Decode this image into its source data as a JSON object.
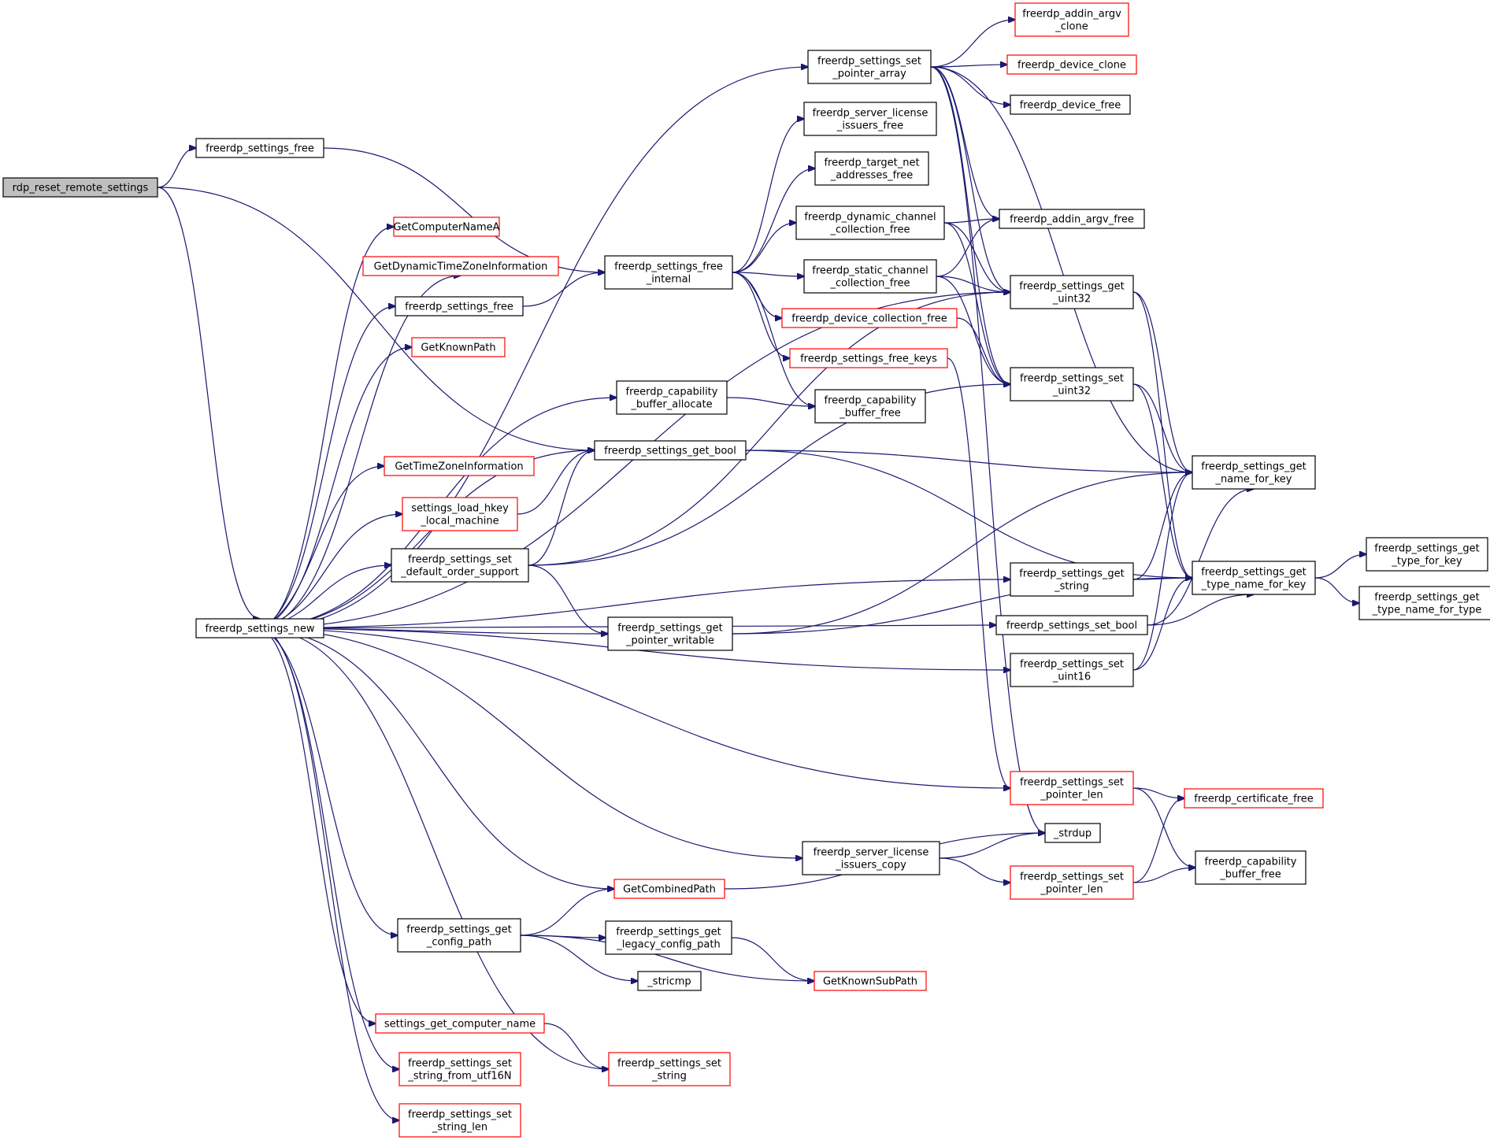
{
  "colors": {
    "edge": "#191970",
    "default_border": "#000000",
    "truncated_border": "#ff0000",
    "root_fill": "#bfbfbf"
  },
  "nodes": [
    {
      "id": "root",
      "lines": [
        "rdp_reset_remote_settings"
      ],
      "style": "gray"
    },
    {
      "id": "sfree",
      "lines": [
        "freerdp_settings_free"
      ],
      "style": "black"
    },
    {
      "id": "snew",
      "lines": [
        "freerdp_settings_new"
      ],
      "style": "black"
    },
    {
      "id": "setptrarr",
      "lines": [
        "freerdp_settings_set",
        "_pointer_array"
      ],
      "style": "black"
    },
    {
      "id": "addinclone",
      "lines": [
        "freerdp_addin_argv",
        "_clone"
      ],
      "style": "red"
    },
    {
      "id": "devclone",
      "lines": [
        "freerdp_device_clone"
      ],
      "style": "red"
    },
    {
      "id": "devfree",
      "lines": [
        "freerdp_device_free"
      ],
      "style": "black"
    },
    {
      "id": "srvlicfree",
      "lines": [
        "freerdp_server_license",
        "_issuers_free"
      ],
      "style": "black"
    },
    {
      "id": "targetnet",
      "lines": [
        "freerdp_target_net",
        "_addresses_free"
      ],
      "style": "black"
    },
    {
      "id": "dyncoll",
      "lines": [
        "freerdp_dynamic_channel",
        "_collection_free"
      ],
      "style": "black"
    },
    {
      "id": "addinfree",
      "lines": [
        "freerdp_addin_argv_free"
      ],
      "style": "black"
    },
    {
      "id": "compname",
      "lines": [
        "GetComputerNameA"
      ],
      "style": "red"
    },
    {
      "id": "dyntz",
      "lines": [
        "GetDynamicTimeZoneInformation"
      ],
      "style": "red"
    },
    {
      "id": "freeint",
      "lines": [
        "freerdp_settings_free",
        "_internal"
      ],
      "style": "black"
    },
    {
      "id": "statcoll",
      "lines": [
        "freerdp_static_channel",
        "_collection_free"
      ],
      "style": "black"
    },
    {
      "id": "getu32",
      "lines": [
        "freerdp_settings_get",
        "_uint32"
      ],
      "style": "black"
    },
    {
      "id": "sfree2",
      "lines": [
        "freerdp_settings_free"
      ],
      "style": "black"
    },
    {
      "id": "devcoll",
      "lines": [
        "freerdp_device_collection_free"
      ],
      "style": "red"
    },
    {
      "id": "knownpath",
      "lines": [
        "GetKnownPath"
      ],
      "style": "red"
    },
    {
      "id": "freekeys",
      "lines": [
        "freerdp_settings_free_keys"
      ],
      "style": "red"
    },
    {
      "id": "setu32",
      "lines": [
        "freerdp_settings_set",
        "_uint32"
      ],
      "style": "black"
    },
    {
      "id": "capalloc",
      "lines": [
        "freerdp_capability",
        "_buffer_allocate"
      ],
      "style": "black"
    },
    {
      "id": "capfree",
      "lines": [
        "freerdp_capability",
        "_buffer_free"
      ],
      "style": "black"
    },
    {
      "id": "getbool",
      "lines": [
        "freerdp_settings_get_bool"
      ],
      "style": "black"
    },
    {
      "id": "tzinfo",
      "lines": [
        "GetTimeZoneInformation"
      ],
      "style": "red"
    },
    {
      "id": "namekey",
      "lines": [
        "freerdp_settings_get",
        "_name_for_key"
      ],
      "style": "black"
    },
    {
      "id": "hkey",
      "lines": [
        "settings_load_hkey",
        "_local_machine"
      ],
      "style": "red"
    },
    {
      "id": "defaultord",
      "lines": [
        "freerdp_settings_set",
        "_default_order_support"
      ],
      "style": "black"
    },
    {
      "id": "getstring",
      "lines": [
        "freerdp_settings_get",
        "_string"
      ],
      "style": "black"
    },
    {
      "id": "typenamekey",
      "lines": [
        "freerdp_settings_get",
        "_type_name_for_key"
      ],
      "style": "black"
    },
    {
      "id": "typeforkey",
      "lines": [
        "freerdp_settings_get",
        "_type_for_key"
      ],
      "style": "black"
    },
    {
      "id": "typenametype",
      "lines": [
        "freerdp_settings_get",
        "_type_name_for_type"
      ],
      "style": "black"
    },
    {
      "id": "setbool",
      "lines": [
        "freerdp_settings_set_bool"
      ],
      "style": "black"
    },
    {
      "id": "ptrwrite",
      "lines": [
        "freerdp_settings_get",
        "_pointer_writable"
      ],
      "style": "black"
    },
    {
      "id": "setu16",
      "lines": [
        "freerdp_settings_set",
        "_uint16"
      ],
      "style": "black"
    },
    {
      "id": "setptrlen",
      "lines": [
        "freerdp_settings_set",
        "_pointer_len"
      ],
      "style": "red"
    },
    {
      "id": "certfree",
      "lines": [
        "freerdp_certificate_free"
      ],
      "style": "red"
    },
    {
      "id": "strdup",
      "lines": [
        "_strdup"
      ],
      "style": "black"
    },
    {
      "id": "srvliccopy",
      "lines": [
        "freerdp_server_license",
        "_issuers_copy"
      ],
      "style": "black"
    },
    {
      "id": "capfree2",
      "lines": [
        "freerdp_capability",
        "_buffer_free"
      ],
      "style": "black"
    },
    {
      "id": "setptrlen2",
      "lines": [
        "freerdp_settings_set",
        "_pointer_len"
      ],
      "style": "red"
    },
    {
      "id": "combpath",
      "lines": [
        "GetCombinedPath"
      ],
      "style": "red"
    },
    {
      "id": "cfgpath",
      "lines": [
        "freerdp_settings_get",
        "_config_path"
      ],
      "style": "black"
    },
    {
      "id": "legacycfg",
      "lines": [
        "freerdp_settings_get",
        "_legacy_config_path"
      ],
      "style": "black"
    },
    {
      "id": "stricmp",
      "lines": [
        "_stricmp"
      ],
      "style": "black"
    },
    {
      "id": "knownsub",
      "lines": [
        "GetKnownSubPath"
      ],
      "style": "red"
    },
    {
      "id": "compname2",
      "lines": [
        "settings_get_computer_name"
      ],
      "style": "red"
    },
    {
      "id": "setstrutf",
      "lines": [
        "freerdp_settings_set",
        "_string_from_utf16N"
      ],
      "style": "red"
    },
    {
      "id": "setstring",
      "lines": [
        "freerdp_settings_set",
        "_string"
      ],
      "style": "red"
    },
    {
      "id": "setstrlen",
      "lines": [
        "freerdp_settings_set",
        "_string_len"
      ],
      "style": "red"
    }
  ],
  "edges": [
    [
      "root",
      "sfree"
    ],
    [
      "root",
      "snew"
    ],
    [
      "root",
      "getbool"
    ],
    [
      "sfree",
      "freeint"
    ],
    [
      "snew",
      "setptrarr"
    ],
    [
      "snew",
      "compname"
    ],
    [
      "snew",
      "dyntz"
    ],
    [
      "snew",
      "sfree2"
    ],
    [
      "snew",
      "knownpath"
    ],
    [
      "snew",
      "capalloc"
    ],
    [
      "snew",
      "getbool"
    ],
    [
      "snew",
      "tzinfo"
    ],
    [
      "snew",
      "hkey"
    ],
    [
      "snew",
      "defaultord"
    ],
    [
      "snew",
      "getu32"
    ],
    [
      "snew",
      "ptrwrite"
    ],
    [
      "snew",
      "getstring"
    ],
    [
      "snew",
      "setbool"
    ],
    [
      "snew",
      "setu16"
    ],
    [
      "snew",
      "setptrlen"
    ],
    [
      "snew",
      "srvliccopy"
    ],
    [
      "snew",
      "combpath"
    ],
    [
      "snew",
      "cfgpath"
    ],
    [
      "snew",
      "compname2"
    ],
    [
      "snew",
      "setstrutf"
    ],
    [
      "snew",
      "setstrlen"
    ],
    [
      "snew",
      "setstring"
    ],
    [
      "setptrarr",
      "addinclone"
    ],
    [
      "setptrarr",
      "devclone"
    ],
    [
      "setptrarr",
      "devfree"
    ],
    [
      "setptrarr",
      "addinfree"
    ],
    [
      "setptrarr",
      "getu32"
    ],
    [
      "setptrarr",
      "setu32"
    ],
    [
      "setptrarr",
      "namekey"
    ],
    [
      "setptrarr",
      "strdup"
    ],
    [
      "sfree2",
      "freeint"
    ],
    [
      "freeint",
      "srvlicfree"
    ],
    [
      "freeint",
      "targetnet"
    ],
    [
      "freeint",
      "dyncoll"
    ],
    [
      "freeint",
      "statcoll"
    ],
    [
      "freeint",
      "devcoll"
    ],
    [
      "freeint",
      "freekeys"
    ],
    [
      "freeint",
      "capfree"
    ],
    [
      "dyncoll",
      "addinfree"
    ],
    [
      "dyncoll",
      "getu32"
    ],
    [
      "dyncoll",
      "setu32"
    ],
    [
      "statcoll",
      "addinfree"
    ],
    [
      "statcoll",
      "getu32"
    ],
    [
      "statcoll",
      "setu32"
    ],
    [
      "devcoll",
      "setu32"
    ],
    [
      "freekeys",
      "setptrlen"
    ],
    [
      "capalloc",
      "capfree"
    ],
    [
      "getbool",
      "namekey"
    ],
    [
      "getbool",
      "typenamekey"
    ],
    [
      "hkey",
      "getbool"
    ],
    [
      "defaultord",
      "getbool"
    ],
    [
      "defaultord",
      "getu32"
    ],
    [
      "defaultord",
      "ptrwrite"
    ],
    [
      "defaultord",
      "setu32"
    ],
    [
      "getu32",
      "namekey"
    ],
    [
      "getu32",
      "typenamekey"
    ],
    [
      "setu32",
      "namekey"
    ],
    [
      "setu32",
      "typenamekey"
    ],
    [
      "getstring",
      "namekey"
    ],
    [
      "getstring",
      "typenamekey"
    ],
    [
      "setbool",
      "namekey"
    ],
    [
      "setbool",
      "typenamekey"
    ],
    [
      "setu16",
      "namekey"
    ],
    [
      "setu16",
      "typenamekey"
    ],
    [
      "ptrwrite",
      "namekey"
    ],
    [
      "ptrwrite",
      "typenamekey"
    ],
    [
      "typenamekey",
      "typeforkey"
    ],
    [
      "typenamekey",
      "typenametype"
    ],
    [
      "setptrlen",
      "certfree"
    ],
    [
      "setptrlen",
      "capfree2"
    ],
    [
      "srvliccopy",
      "strdup"
    ],
    [
      "srvliccopy",
      "setptrlen2"
    ],
    [
      "setptrlen2",
      "certfree"
    ],
    [
      "setptrlen2",
      "capfree2"
    ],
    [
      "combpath",
      "strdup"
    ],
    [
      "cfgpath",
      "combpath"
    ],
    [
      "cfgpath",
      "legacycfg"
    ],
    [
      "cfgpath",
      "stricmp"
    ],
    [
      "cfgpath",
      "knownsub"
    ],
    [
      "legacycfg",
      "knownsub"
    ],
    [
      "compname2",
      "setstring"
    ]
  ]
}
